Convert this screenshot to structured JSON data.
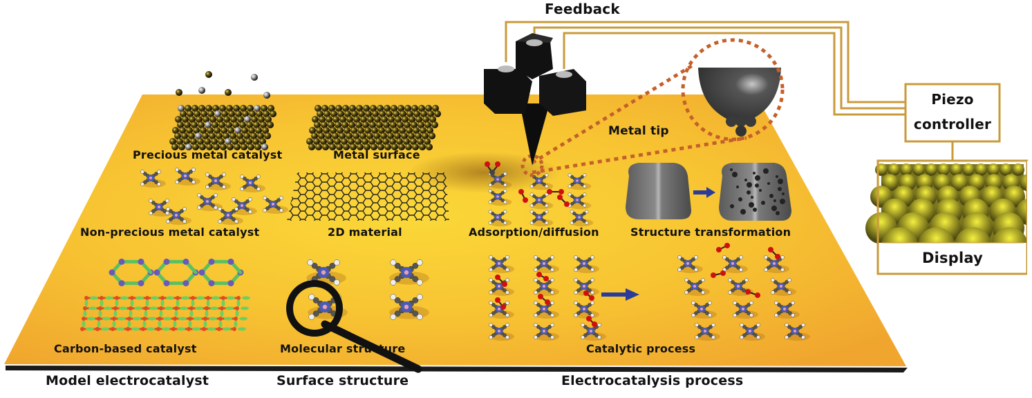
{
  "title": "Feedback",
  "colors": {
    "plate_edge": "#f0a52e",
    "plate_center": "#fad537",
    "wire": "#c99a3a",
    "dotted": "#c4602a",
    "tip_black": "#0d0d0d",
    "oxygen": "#d01010",
    "arrow": "#2a3c9a",
    "display_sphere": "#b8b430"
  },
  "plate_labels": {
    "precious_metal": "Precious metal catalyst",
    "metal_surface": "Metal surface",
    "non_precious_metal": "Non-precious metal catalyst",
    "two_d_material": "2D material",
    "carbon_based": "Carbon-based catalyst",
    "molecular_structure": "Molecular structure",
    "metal_tip": "Metal tip",
    "adsorption_diffusion": "Adsorption/diffusion",
    "structure_transformation": "Structure transformation",
    "catalytic_process": "Catalytic process"
  },
  "category_labels": {
    "model_electrocatalyst": "Model electrocatalyst",
    "surface_structure": "Surface structure",
    "electrocatalysis_process": "Electrocatalysis process"
  },
  "controller": {
    "piezo_line1": "Piezo",
    "piezo_line2": "controller",
    "display_label": "Display"
  },
  "icons": [
    "stm-scanner-icon",
    "metal-tip-zoom-icon",
    "magnifier-icon",
    "process-arrow-icon",
    "atomic-surface-display-icon"
  ]
}
